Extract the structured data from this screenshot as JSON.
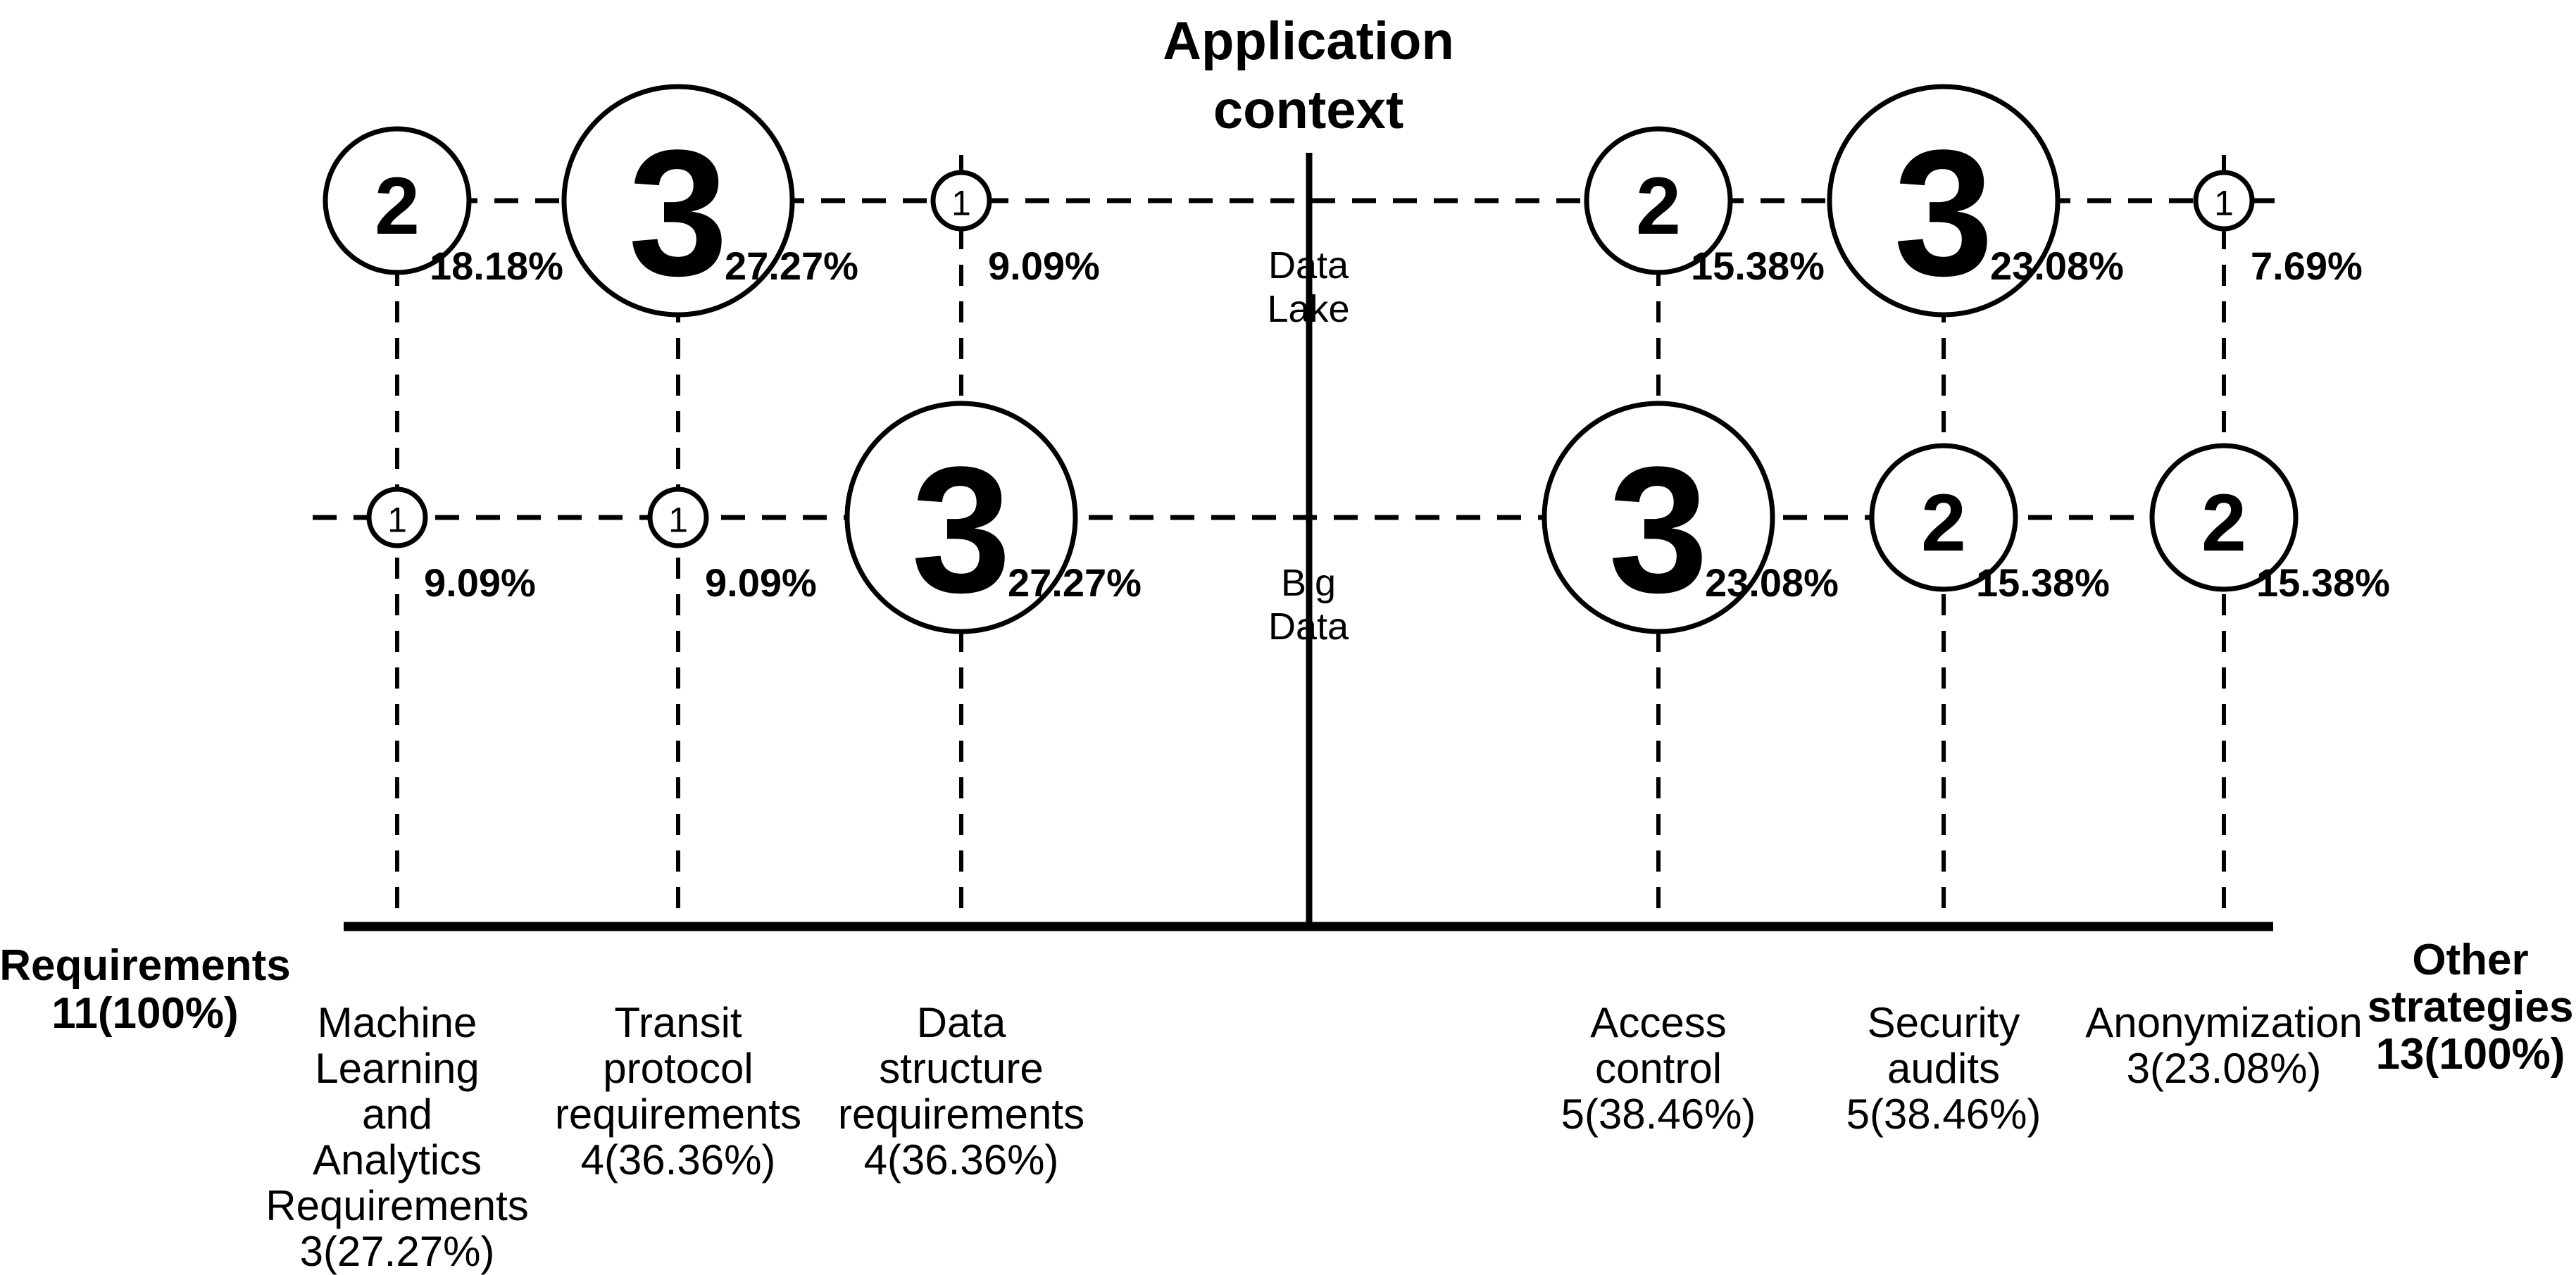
{
  "figure": {
    "background": "#ffffff",
    "stroke_color": "#000000"
  },
  "chart_data": {
    "type": "bubble",
    "title": "Application context",
    "title_lines": [
      "Application",
      "context"
    ],
    "rows": [
      "Data Lake",
      "Big Data"
    ],
    "row_label_lines": [
      [
        "Data",
        "Lake"
      ],
      [
        "Big",
        "Data"
      ]
    ],
    "left_axis_label": "Requirements 11(100%)",
    "left_axis_label_lines": [
      "Requirements",
      "11(100%)"
    ],
    "left_axis_total": "11(100%)",
    "right_axis_label": "Other strategies 13(100%)",
    "right_axis_label_lines": [
      "Other",
      "strategies",
      "13(100%)"
    ],
    "right_axis_total": "13(100%)",
    "columns": [
      {
        "id": "machine-learning",
        "group": "requirements",
        "label": "Machine Learning and Analytics Requirements 3(27.27%)",
        "label_lines": [
          "Machine",
          "Learning",
          "and",
          "Analytics",
          "Requirements",
          "3(27.27%)"
        ],
        "total": "3(27.27%)"
      },
      {
        "id": "transit-protocol",
        "group": "requirements",
        "label": "Transit protocol requirements 4(36.36%)",
        "label_lines": [
          "Transit",
          "protocol",
          "requirements",
          "4(36.36%)"
        ],
        "total": "4(36.36%)"
      },
      {
        "id": "data-structure",
        "group": "requirements",
        "label": "Data structure requirements 4(36.36%)",
        "label_lines": [
          "Data",
          "structure",
          "requirements",
          "4(36.36%)"
        ],
        "total": "4(36.36%)"
      },
      {
        "id": "access-control",
        "group": "other-strategies",
        "label": "Access control 5(38.46%)",
        "label_lines": [
          "Access",
          "control",
          "5(38.46%)"
        ],
        "total": "5(38.46%)"
      },
      {
        "id": "security-audits",
        "group": "other-strategies",
        "label": "Security audits 5(38.46%)",
        "label_lines": [
          "Security",
          "audits",
          "5(38.46%)"
        ],
        "total": "5(38.46%)"
      },
      {
        "id": "anonymization",
        "group": "other-strategies",
        "label": "Anonymization 3(23.08%)",
        "label_lines": [
          "Anonymization",
          "3(23.08%)"
        ],
        "total": "3(23.08%)"
      }
    ],
    "cells": [
      {
        "row": "Data Lake",
        "values": [
          {
            "column": "machine-learning",
            "count": 2,
            "pct": "18.18%"
          },
          {
            "column": "transit-protocol",
            "count": 3,
            "pct": "27.27%"
          },
          {
            "column": "data-structure",
            "count": 1,
            "pct": "9.09%"
          },
          {
            "column": "access-control",
            "count": 2,
            "pct": "15.38%"
          },
          {
            "column": "security-audits",
            "count": 3,
            "pct": "23.08%"
          },
          {
            "column": "anonymization",
            "count": 1,
            "pct": "7.69%"
          }
        ]
      },
      {
        "row": "Big Data",
        "values": [
          {
            "column": "machine-learning",
            "count": 1,
            "pct": "9.09%"
          },
          {
            "column": "transit-protocol",
            "count": 1,
            "pct": "9.09%"
          },
          {
            "column": "data-structure",
            "count": 3,
            "pct": "27.27%"
          },
          {
            "column": "access-control",
            "count": 3,
            "pct": "23.08%"
          },
          {
            "column": "security-audits",
            "count": 2,
            "pct": "15.38%"
          },
          {
            "column": "anonymization",
            "count": 2,
            "pct": "15.38%"
          }
        ]
      }
    ],
    "legend_position": "none",
    "grid": "dashed"
  }
}
